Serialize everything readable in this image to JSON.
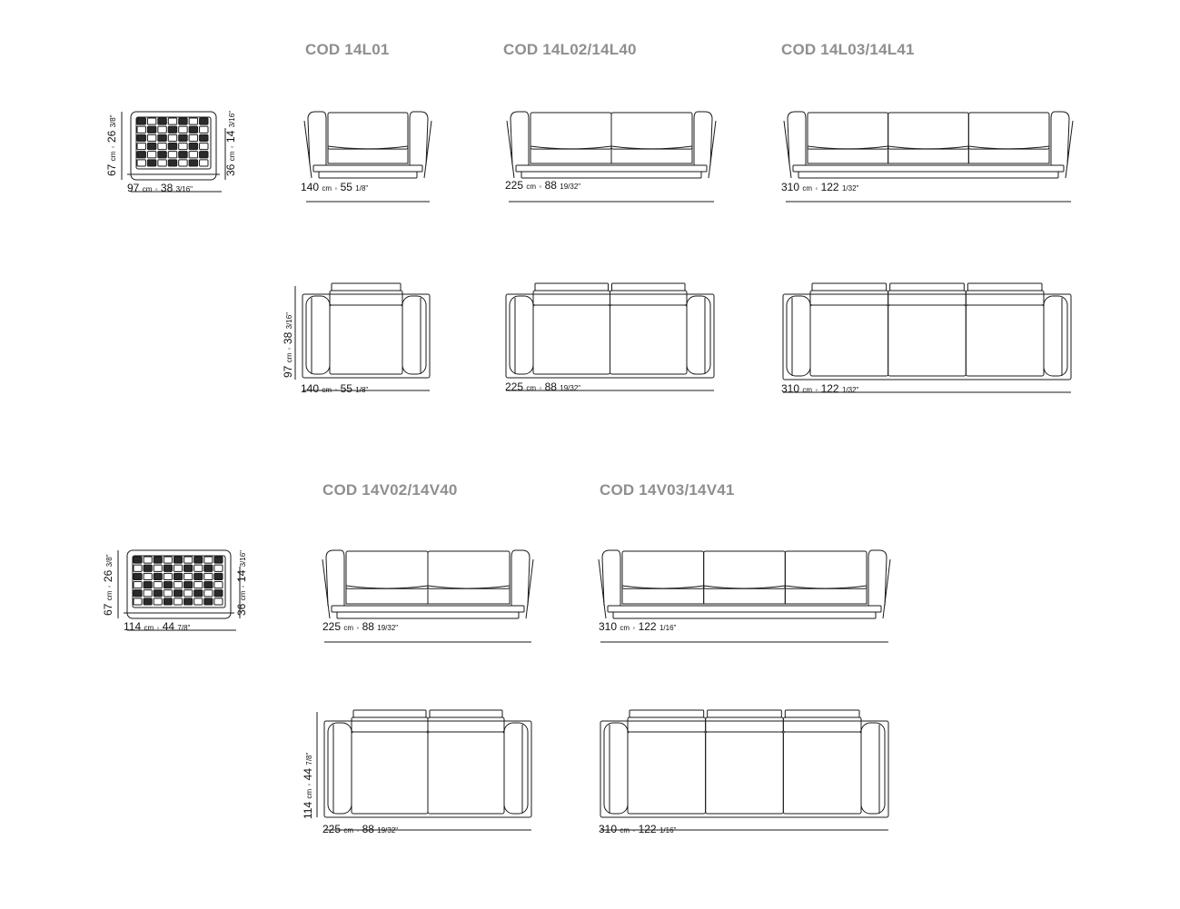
{
  "groups": [
    {
      "codes": [
        "COD 14L01",
        "COD 14L02/14L40",
        "COD 14L03/14L41"
      ],
      "side_view": {
        "depth": {
          "cm": "97",
          "cm_unit": "cm",
          "sep": "◦",
          "in": "38",
          "in_frac": "3/16\""
        },
        "height": {
          "cm": "67",
          "cm_unit": "cm",
          "sep": "◦",
          "in": "26",
          "in_frac": "3/8\""
        },
        "seat_height": {
          "cm": "36",
          "cm_unit": "cm",
          "sep": "◦",
          "in": "14",
          "in_frac": "3/16\""
        }
      },
      "front_widths": [
        {
          "cm": "140",
          "cm_unit": "cm",
          "sep": "◦",
          "in": "55",
          "in_frac": "1/8\""
        },
        {
          "cm": "225",
          "cm_unit": "cm",
          "sep": "◦",
          "in": "88",
          "in_frac": "19/32\""
        },
        {
          "cm": "310",
          "cm_unit": "cm",
          "sep": "◦",
          "in": "122",
          "in_frac": "1/32\""
        }
      ],
      "top_widths": [
        {
          "cm": "140",
          "cm_unit": "cm",
          "sep": "◦",
          "in": "55",
          "in_frac": "1/8\""
        },
        {
          "cm": "225",
          "cm_unit": "cm",
          "sep": "◦",
          "in": "88",
          "in_frac": "19/32\""
        },
        {
          "cm": "310",
          "cm_unit": "cm",
          "sep": "◦",
          "in": "122",
          "in_frac": "1/32\""
        }
      ],
      "top_depth": {
        "cm": "97",
        "cm_unit": "cm",
        "sep": "◦",
        "in": "38",
        "in_frac": "3/16\""
      }
    },
    {
      "codes": [
        "COD 14V02/14V40",
        "COD 14V03/14V41"
      ],
      "side_view": {
        "depth": {
          "cm": "114",
          "cm_unit": "cm",
          "sep": "◦",
          "in": "44",
          "in_frac": "7/8\""
        },
        "height": {
          "cm": "67",
          "cm_unit": "cm",
          "sep": "◦",
          "in": "26",
          "in_frac": "3/8\""
        },
        "seat_height": {
          "cm": "36",
          "cm_unit": "cm",
          "sep": "◦",
          "in": "14",
          "in_frac": "3/16\""
        }
      },
      "front_widths": [
        {
          "cm": "225",
          "cm_unit": "cm",
          "sep": "◦",
          "in": "88",
          "in_frac": "19/32\""
        },
        {
          "cm": "310",
          "cm_unit": "cm",
          "sep": "◦",
          "in": "122",
          "in_frac": "1/16\""
        }
      ],
      "top_widths": [
        {
          "cm": "225",
          "cm_unit": "cm",
          "sep": "◦",
          "in": "88",
          "in_frac": "19/32\""
        },
        {
          "cm": "310",
          "cm_unit": "cm",
          "sep": "◦",
          "in": "122",
          "in_frac": "1/16\""
        }
      ],
      "top_depth": {
        "cm": "114",
        "cm_unit": "cm",
        "sep": "◦",
        "in": "44",
        "in_frac": "7/8\""
      }
    }
  ]
}
